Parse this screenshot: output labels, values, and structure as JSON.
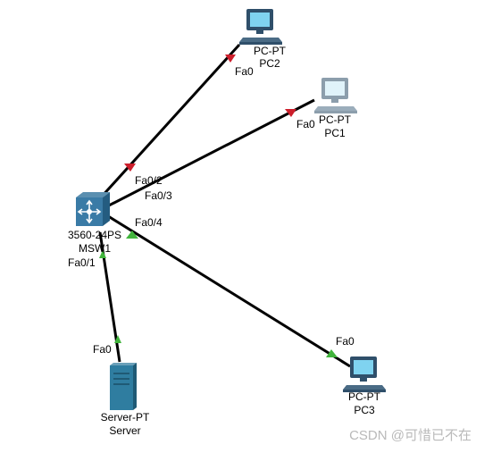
{
  "nodes": {
    "pc2": {
      "type": "PC-PT",
      "name": "PC2",
      "port": "Fa0",
      "icon": "pc-icon"
    },
    "pc1": {
      "type": "PC-PT",
      "name": "PC1",
      "port": "Fa0",
      "icon": "pc-icon"
    },
    "switch": {
      "type": "3560-24PS",
      "name": "MSW1",
      "icon": "multilayer-switch-icon",
      "ports": {
        "fa02": "Fa0/2",
        "fa03": "Fa0/3",
        "fa04": "Fa0/4",
        "fa01": "Fa0/1"
      }
    },
    "server": {
      "type": "Server-PT",
      "name": "Server",
      "port": "Fa0",
      "icon": "server-icon"
    },
    "pc3": {
      "type": "PC-PT",
      "name": "PC3",
      "port": "Fa0",
      "icon": "pc-icon"
    }
  },
  "links": [
    {
      "from": "MSW1 Fa0/2",
      "to": "PC2 Fa0",
      "status": "down",
      "color": "#cc1e2b"
    },
    {
      "from": "MSW1 Fa0/3",
      "to": "PC1 Fa0",
      "status": "down",
      "color": "#cc1e2b"
    },
    {
      "from": "MSW1 Fa0/4",
      "to": "PC3 Fa0",
      "status": "up",
      "color": "#41b43c"
    },
    {
      "from": "MSW1 Fa0/1",
      "to": "Server Fa0",
      "status": "up",
      "color": "#41b43c"
    }
  ],
  "watermark": "CSDN @可惜已不在"
}
